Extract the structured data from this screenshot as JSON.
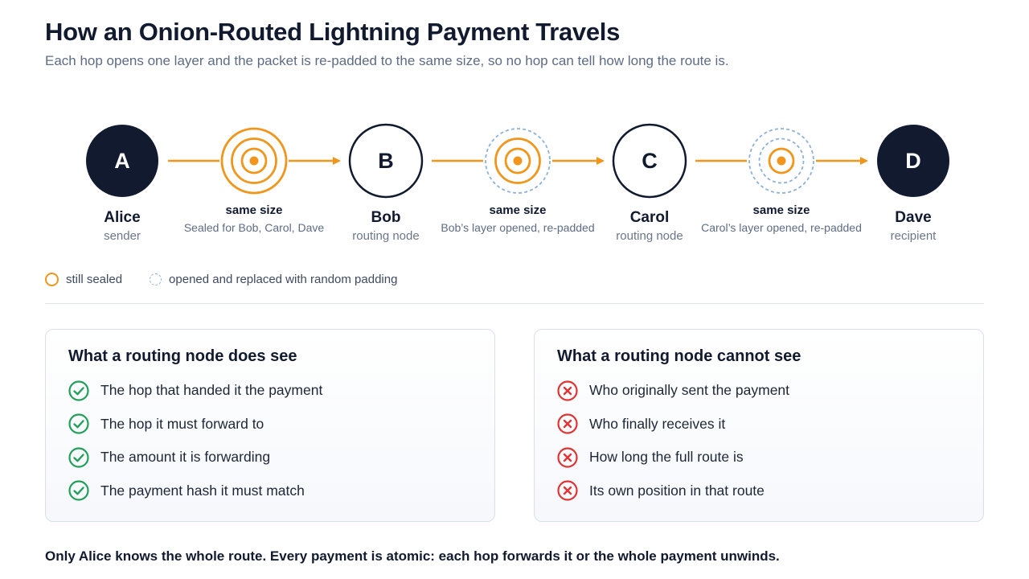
{
  "title": "How an Onion-Routed Lightning Payment Travels",
  "subtitle": "Each hop opens one layer and the packet is re-padded to the same size, so no hop can tell how long the route is.",
  "nodes": [
    {
      "letter": "A",
      "name": "Alice",
      "role": "sender",
      "style": "filled"
    },
    {
      "letter": "B",
      "name": "Bob",
      "role": "routing node",
      "style": "outlined"
    },
    {
      "letter": "C",
      "name": "Carol",
      "role": "routing node",
      "style": "outlined"
    },
    {
      "letter": "D",
      "name": "Dave",
      "role": "recipient",
      "style": "filled"
    }
  ],
  "packets": [
    {
      "label": "same size",
      "desc": "Sealed for Bob, Carol, Dave",
      "sealed_layers": 3,
      "opened_layers": 0
    },
    {
      "label": "same size",
      "desc": "Bob’s layer opened, re-padded",
      "sealed_layers": 2,
      "opened_layers": 1
    },
    {
      "label": "same size",
      "desc": "Carol’s layer opened, re-padded",
      "sealed_layers": 1,
      "opened_layers": 2
    }
  ],
  "legend": {
    "sealed": "still sealed",
    "opened": "opened and replaced with random padding"
  },
  "cards": {
    "can_see": {
      "title": "What a routing node does see",
      "items": [
        "The hop that handed it the payment",
        "The hop it must forward to",
        "The amount it is forwarding",
        "The payment hash it must match"
      ]
    },
    "cannot_see": {
      "title": "What a routing node cannot see",
      "items": [
        "Who originally sent the payment",
        "Who finally receives it",
        "How long the full route is",
        "Its own position in that route"
      ]
    }
  },
  "footer": "Only Alice knows the whole route. Every payment is atomic: each hop forwards it or the whole payment unwinds.",
  "colors": {
    "navy": "#111a2e",
    "orange": "#f0961c",
    "padding_blue": "#8fb1d6",
    "check_green": "#22a05a",
    "cross_red": "#e03434"
  }
}
